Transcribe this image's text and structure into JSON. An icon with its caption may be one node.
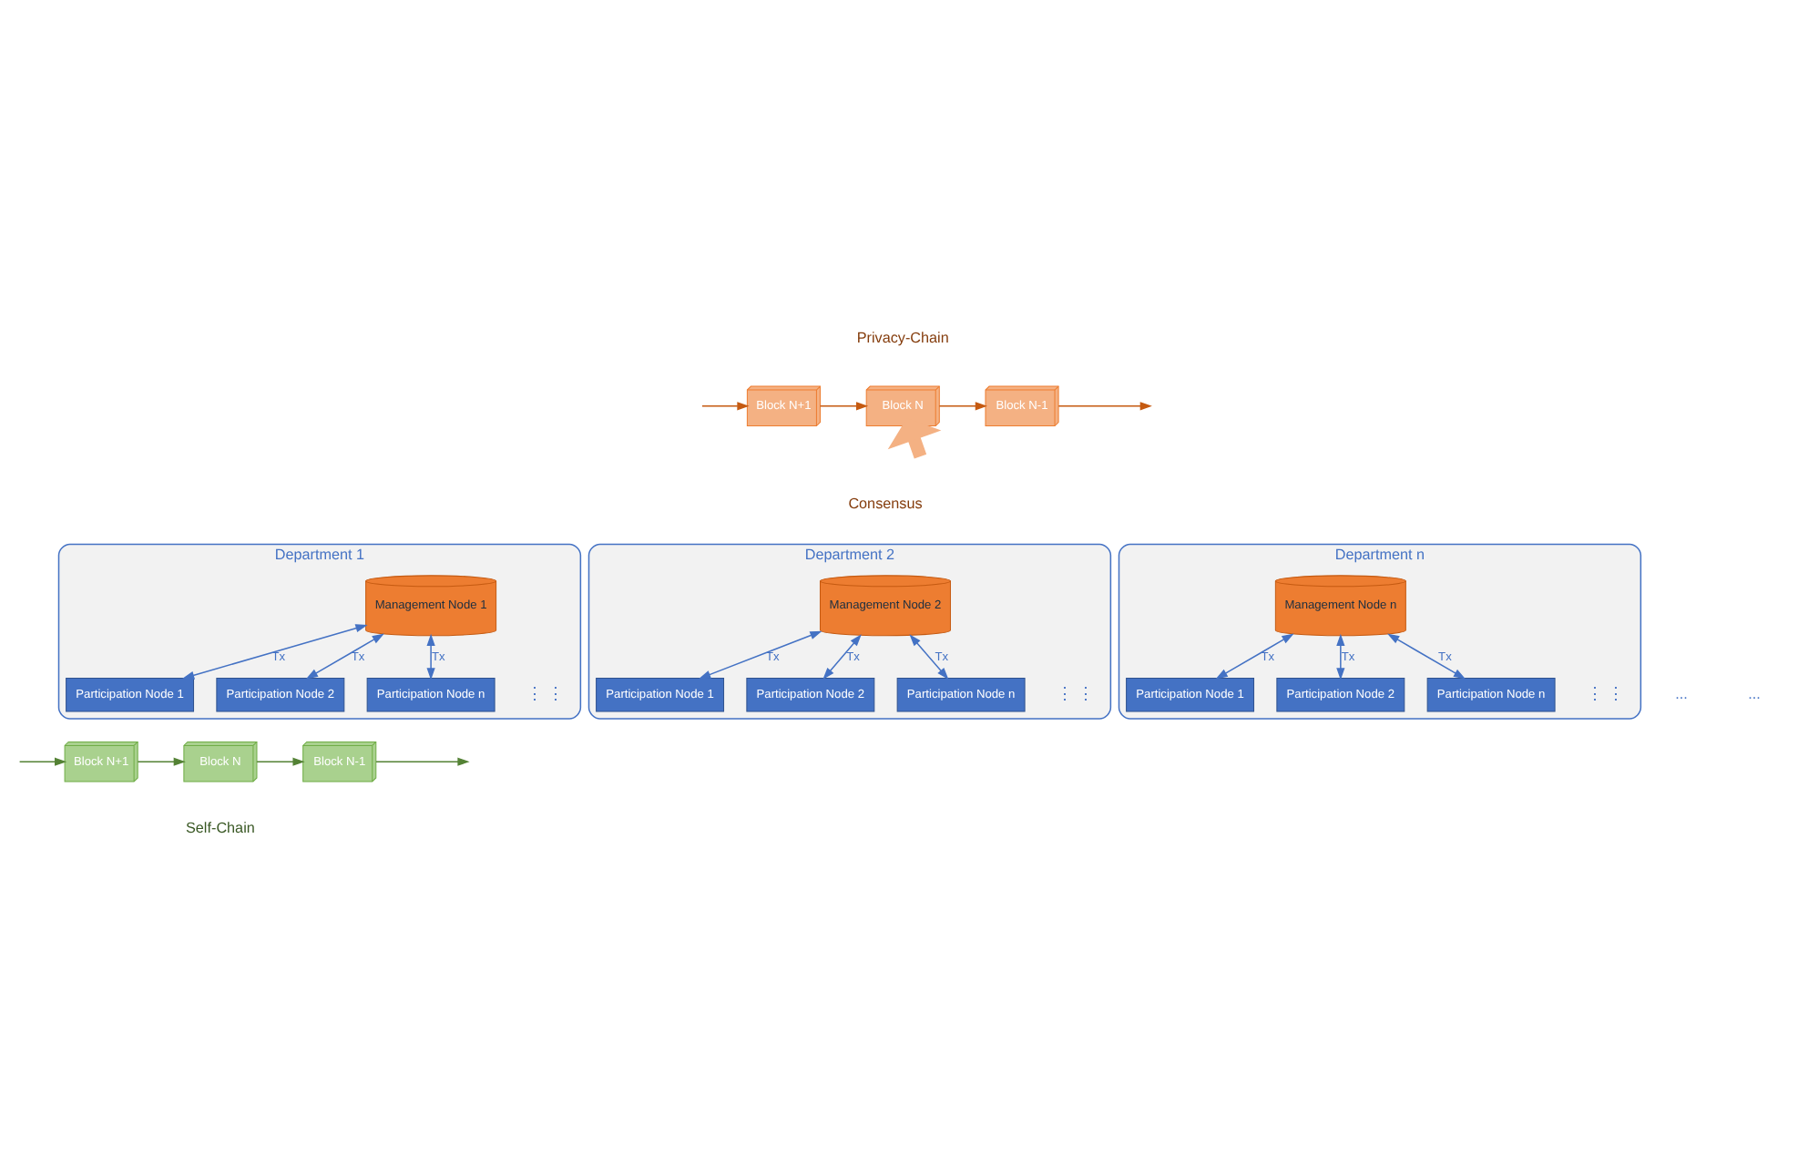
{
  "diagram": {
    "nodes": [
      {
        "text": [
          "Block N-1"
        ]
      },
      {
        "text": [
          "Block N"
        ]
      },
      {
        "text": [
          "Block N+1"
        ]
      },
      {
        "text": [
          "Department 1"
        ]
      },
      {
        "text": [
          "Participation Node 1"
        ],
        "in": 3
      },
      {
        "text": [
          "Participation Node 2"
        ],
        "in": 3
      },
      {
        "text": [
          "Participation Node n"
        ],
        "in": 3
      },
      {
        "text": [
          "Management Node 1"
        ],
        "in": 3
      },
      {
        "text": [
          "Department 2"
        ]
      },
      {
        "text": [
          "Participation Node 1"
        ],
        "in": 8
      },
      {
        "text": [
          "Participation Node 2"
        ],
        "in": 8
      },
      {
        "text": [
          "Participation Node n"
        ],
        "in": 8
      },
      {
        "text": [
          "Management Node 2"
        ],
        "in": 8
      },
      {
        "text": [
          "Department n"
        ]
      },
      {
        "text": [
          "Participation Node 1"
        ],
        "in": 13
      },
      {
        "text": [
          "Participation Node 2"
        ],
        "in": 13
      },
      {
        "text": [
          "Participation Node n"
        ],
        "in": 13
      },
      {
        "text": [
          "Management Node n"
        ],
        "in": 13
      },
      {
        "text": [
          "Block N-1"
        ]
      },
      {
        "text": [
          "Block N"
        ]
      },
      {
        "text": [
          "Block N+1"
        ]
      }
    ],
    "edges": [
      {
        "from": null,
        "to": 2,
        "arrow": "to",
        "color": "#c55a11"
      },
      {
        "from": 2,
        "to": 1,
        "arrow": "to",
        "color": "#c55a11"
      },
      {
        "from": 1,
        "to": 0,
        "arrow": "to",
        "color": "#c55a11"
      },
      {
        "from": 0,
        "to": null,
        "arrow": "to",
        "color": "#c55a11"
      },
      {
        "from": null,
        "to": 1,
        "arrow": "to",
        "style": "thick",
        "color": "#f4b183"
      },
      {
        "from": 7,
        "to": 4,
        "arrow": "both",
        "label": "Tx"
      },
      {
        "from": 7,
        "to": 5,
        "arrow": "both",
        "label": "Tx"
      },
      {
        "from": 7,
        "to": 6,
        "arrow": "both",
        "label": "Tx"
      },
      {
        "from": 12,
        "to": 9,
        "arrow": "both",
        "label": "Tx"
      },
      {
        "from": 12,
        "to": 10,
        "arrow": "both",
        "label": "Tx"
      },
      {
        "from": 12,
        "to": 11,
        "arrow": "both",
        "label": "Tx"
      },
      {
        "from": 17,
        "to": 14,
        "arrow": "both",
        "label": "Tx"
      },
      {
        "from": 17,
        "to": 15,
        "arrow": "both",
        "label": "Tx"
      },
      {
        "from": 17,
        "to": 16,
        "arrow": "both",
        "label": "Tx"
      },
      {
        "from": null,
        "to": 20,
        "arrow": "to",
        "color": "#548235"
      },
      {
        "from": 20,
        "to": 19,
        "arrow": "to",
        "color": "#548235"
      },
      {
        "from": 19,
        "to": 18,
        "arrow": "to",
        "color": "#548235"
      },
      {
        "from": 18,
        "to": null,
        "arrow": "to",
        "color": "#548235"
      }
    ],
    "labels": [
      "Privacy-Chain",
      "Consensus",
      "⋮ ⋮",
      "⋮ ⋮",
      "...",
      "...",
      "⋮ ⋮",
      "Self-Chain"
    ]
  }
}
